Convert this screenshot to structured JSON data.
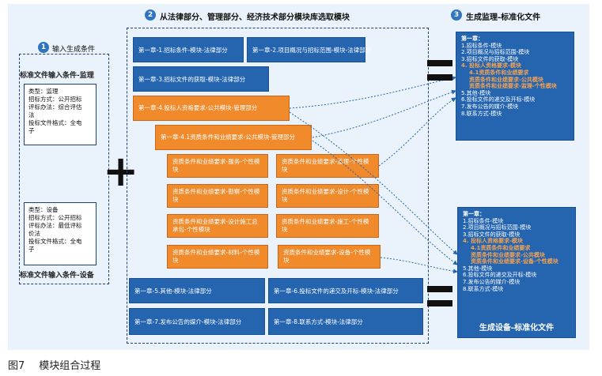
{
  "sections": {
    "input": {
      "number": "1",
      "title": "输入生成条件"
    },
    "library": {
      "number": "2",
      "title": "从法律部分、管理部分、经济技术部分模块库选取模块"
    },
    "output": {
      "number": "3",
      "title": "生成监理-标准化文件"
    }
  },
  "conditions": {
    "supervision": {
      "title": "标准文件输入条件-监理",
      "lines": [
        "类型：监理",
        "招标方式：公开招标",
        "评标办法：综合评估",
        "法",
        "投标文件格式：全电",
        "子"
      ]
    },
    "equipment": {
      "title": "标准文件输入条件-设备",
      "lines": [
        "类型：设备",
        "招标方式：公开招标",
        "评标办法：最低评标",
        "价法",
        "投标文件格式：全电",
        "子"
      ]
    }
  },
  "plus_symbol": "+",
  "modules": {
    "m1_1": "第一章-1.招标条件-模块-法律部分",
    "m1_2": "第一章-2.项目概况与招标范围-模块-法律部分",
    "m1_3": "第一章-3.招标文件的获取-模块-法律部分",
    "m1_4": "第一章-4.投标人资格要求-公共模块-管理部分",
    "m1_4_1": "第一章-4.1资质条件和业绩要求-公共模块-管理部分",
    "individual": [
      "资质条件和业绩要求-服务-个性模块",
      "资质条件和业绩要求-监理-个性模块",
      "资质条件和业绩要求-勘察-个性模块",
      "资质条件和业绩要求-设计-个性模块",
      "资质条件和业绩要求-设计施工总承包-个性模块",
      "资质条件和业绩要求-施工-个性模块",
      "资质条件和业绩要求-材料-个性模块",
      "资质条件和业绩要求-设备-个性模块"
    ],
    "m1_5": "第一章-5.其他-模块-法律部分",
    "m1_6": "第一章-6.投标文件的递交及开标-模块-法律部分",
    "m1_7": "第一章-7.发布公告的媒介-模块-法律部分",
    "m1_8": "第一章-8.联系方式-模块-法律部分"
  },
  "results": {
    "supervision": {
      "lines": [
        {
          "t": "第一章：",
          "s": "h"
        },
        {
          "t": "1.招标条件-模块",
          "s": ""
        },
        {
          "t": "2.项目概况与招标范围-模块",
          "s": ""
        },
        {
          "t": "3.招标文件的获取-模块",
          "s": ""
        },
        {
          "t": "4. 投标人资格要求-模块",
          "s": "o"
        },
        {
          "t": "4.1资质条件和业绩要求",
          "s": "o2"
        },
        {
          "t": "资质条件和业绩要求-公共模块",
          "s": "o2"
        },
        {
          "t": "资质条件和业绩要求-监理-个性模块",
          "s": "o2"
        },
        {
          "t": "5.其他-模块",
          "s": ""
        },
        {
          "t": "6.投标文件的递交及开标-模块",
          "s": ""
        },
        {
          "t": "7.发布公告的媒介-模块",
          "s": ""
        },
        {
          "t": "8.联系方式-模块",
          "s": ""
        }
      ]
    },
    "equipment": {
      "title": "生成设备-标准化文件",
      "lines": [
        {
          "t": "第一章：",
          "s": "h"
        },
        {
          "t": "1.招标条件-模块",
          "s": ""
        },
        {
          "t": "2.项目概况与招标范围-模块",
          "s": ""
        },
        {
          "t": "3.招标文件的获取-模块",
          "s": ""
        },
        {
          "t": "4. 投标人资格要求-模块",
          "s": "o"
        },
        {
          "t": "4.1资质条件和业绩要求",
          "s": "o2"
        },
        {
          "t": "资质条件和业绩要求-公共模块",
          "s": "o2"
        },
        {
          "t": "资质条件和业绩要求-设备-个性模块",
          "s": "o2"
        },
        {
          "t": "5.其他-模块",
          "s": ""
        },
        {
          "t": "6.投标文件的递交及开标-模块",
          "s": ""
        },
        {
          "t": "7.发布公告的媒介-模块",
          "s": ""
        },
        {
          "t": "8.联系方式-模块",
          "s": ""
        }
      ]
    }
  },
  "caption": {
    "figure": "图7",
    "title": "模块组合过程"
  },
  "colors": {
    "blue": "#2565b0",
    "orange": "#f08a2b",
    "dashed": "#1f3f7a",
    "background": "#eaf3fb"
  }
}
